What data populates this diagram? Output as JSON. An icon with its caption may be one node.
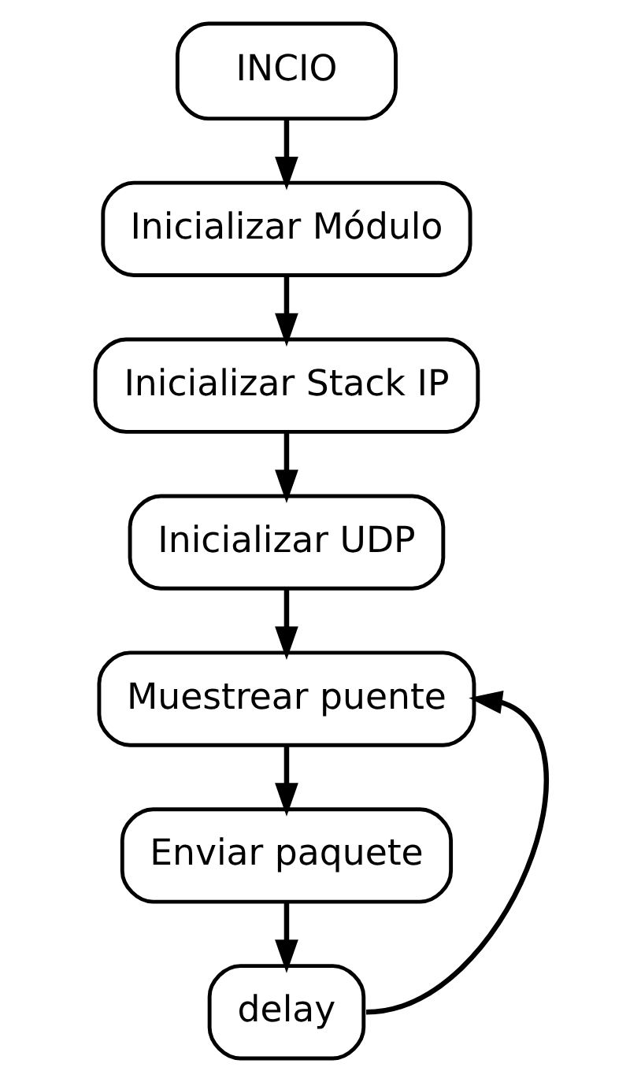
{
  "diagram": {
    "nodes": [
      {
        "text": [
          "INCIO"
        ]
      },
      {
        "text": [
          "Inicializar Módulo"
        ]
      },
      {
        "text": [
          "Inicializar Stack IP"
        ]
      },
      {
        "text": [
          "Inicializar UDP"
        ]
      },
      {
        "text": [
          "Muestrear puente"
        ]
      },
      {
        "text": [
          "Enviar paquete"
        ]
      },
      {
        "text": [
          "delay"
        ]
      }
    ],
    "edges": [
      {
        "from": 0,
        "to": 1,
        "arrow": "to"
      },
      {
        "from": 1,
        "to": 2,
        "arrow": "to"
      },
      {
        "from": 2,
        "to": 3,
        "arrow": "to"
      },
      {
        "from": 3,
        "to": 4,
        "arrow": "to"
      },
      {
        "from": 4,
        "to": 5,
        "arrow": "to"
      },
      {
        "from": 5,
        "to": 6,
        "arrow": "to"
      },
      {
        "from": 6,
        "to": 4,
        "arrow": "to"
      }
    ]
  }
}
